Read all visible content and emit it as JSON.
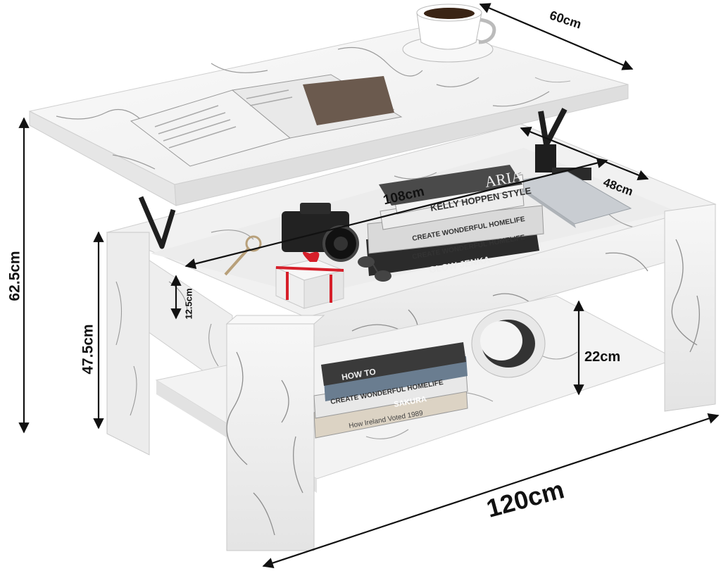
{
  "dimensions": {
    "top_depth": "60cm",
    "inner_width": "108cm",
    "inner_depth": "48cm",
    "total_height": "62.5cm",
    "body_height": "47.5cm",
    "compartment_depth": "12.5cm",
    "shelf_gap": "22cm",
    "total_width": "120cm"
  },
  "books": {
    "top_stack": [
      "ARIA",
      "KELLY HOPPEN STYLE",
      "CREATE WONDERFUL HOMELIFE",
      "CREATE WONDERFUL HOMELIFE",
      "GLOW  JENKA"
    ],
    "shelf_stack": [
      "HOW TO",
      "CREATE WONDERFUL HOMELIFE",
      "SAKURA",
      "How Ireland Voted 1989"
    ]
  },
  "colors": {
    "marble": "#f4f4f4",
    "vein": "#8a8a8a",
    "hinge": "#1e1e1e",
    "arrow": "#111111"
  }
}
